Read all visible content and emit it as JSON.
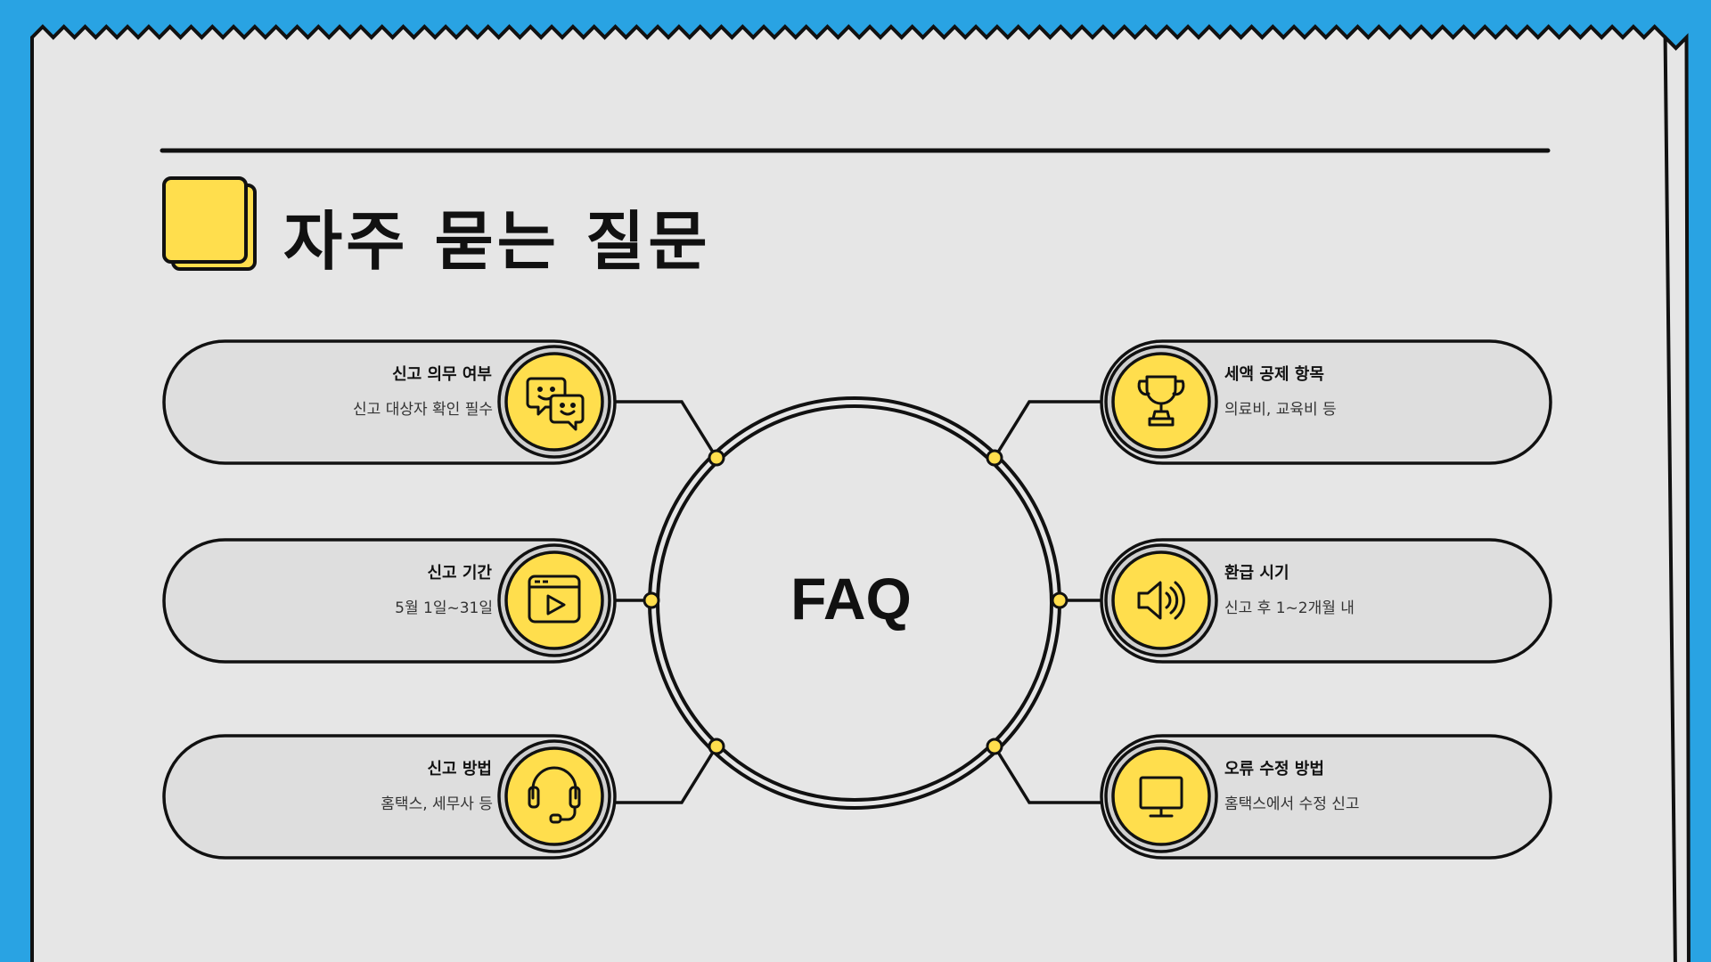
{
  "title": "자주 묻는 질문",
  "center_label": "FAQ",
  "colors": {
    "background": "#29a3e3",
    "paper": "#e6e6e6",
    "accent": "#ffde4d",
    "ink": "#111111"
  },
  "items": [
    {
      "title": "신고 의무 여부",
      "subtitle": "신고 대상자 확인 필수",
      "icon": "chat-bubbles-icon"
    },
    {
      "title": "신고 기간",
      "subtitle": "5월 1일~31일",
      "icon": "video-player-icon"
    },
    {
      "title": "신고 방법",
      "subtitle": "홈택스, 세무사 등",
      "icon": "headset-icon"
    },
    {
      "title": "세액 공제 항목",
      "subtitle": "의료비, 교육비 등",
      "icon": "trophy-icon"
    },
    {
      "title": "환급 시기",
      "subtitle": "신고 후 1~2개월 내",
      "icon": "speaker-icon"
    },
    {
      "title": "오류 수정 방법",
      "subtitle": "홈택스에서 수정 신고",
      "icon": "monitor-icon"
    }
  ]
}
